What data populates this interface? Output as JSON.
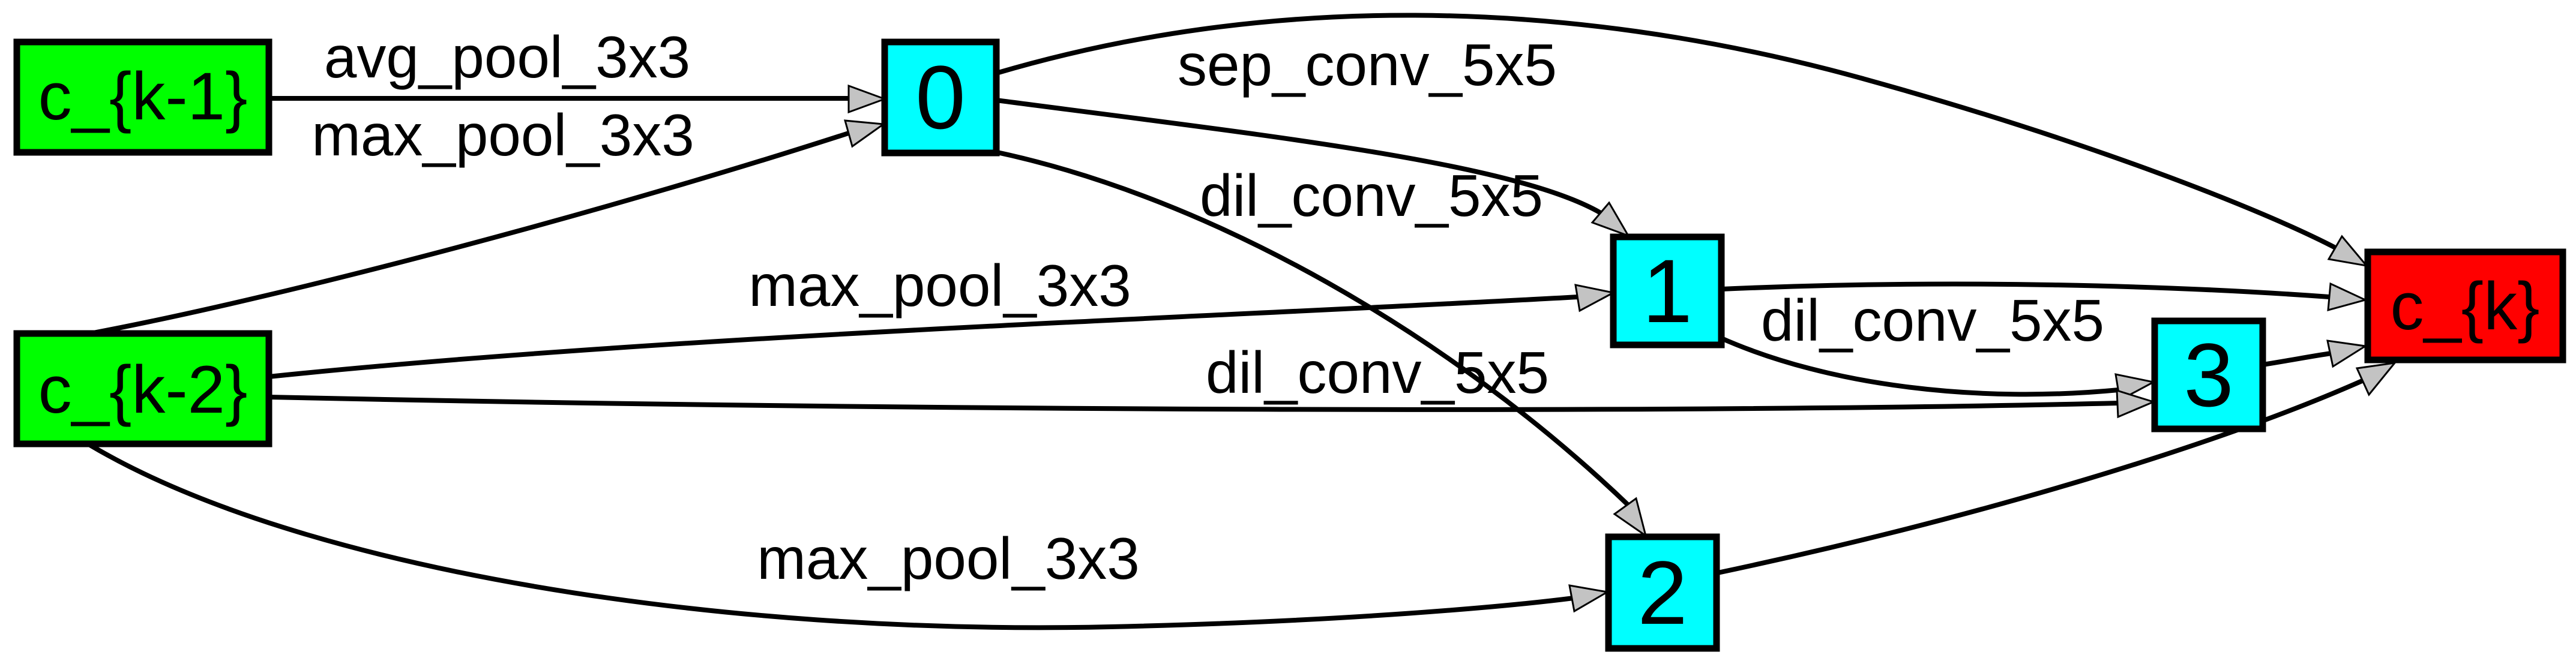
{
  "diagram": {
    "kind": "neural-architecture-search-cell-graph",
    "background": "#ffffff",
    "colors": {
      "input_node_fill": "#00ff00",
      "intermediate_node_fill": "#00ffff",
      "output_node_fill": "#ff0000",
      "node_border": "#000000",
      "edge_stroke": "#000000",
      "arrowhead_fill": "#c3c3c3",
      "text": "#000000"
    },
    "nodes": [
      {
        "id": "c_k-1",
        "label": "c_{k-1}",
        "role": "input"
      },
      {
        "id": "c_k-2",
        "label": "c_{k-2}",
        "role": "input"
      },
      {
        "id": "0",
        "label": "0",
        "role": "intermediate"
      },
      {
        "id": "1",
        "label": "1",
        "role": "intermediate"
      },
      {
        "id": "2",
        "label": "2",
        "role": "intermediate"
      },
      {
        "id": "3",
        "label": "3",
        "role": "intermediate"
      },
      {
        "id": "c_k",
        "label": "c_{k}",
        "role": "output"
      }
    ],
    "edges": [
      {
        "from": "c_{k-1}",
        "to": "0",
        "op": "avg_pool_3x3"
      },
      {
        "from": "c_{k-2}",
        "to": "0",
        "op": "max_pool_3x3"
      },
      {
        "from": "0",
        "to": "1",
        "op": "sep_conv_5x5"
      },
      {
        "from": "c_{k-2}",
        "to": "1",
        "op": "max_pool_3x3"
      },
      {
        "from": "0",
        "to": "2",
        "op": "dil_conv_5x5"
      },
      {
        "from": "c_{k-2}",
        "to": "2",
        "op": "max_pool_3x3"
      },
      {
        "from": "1",
        "to": "3",
        "op": "dil_conv_5x5"
      },
      {
        "from": "c_{k-2}",
        "to": "3",
        "op": "dil_conv_5x5"
      },
      {
        "from": "0",
        "to": "c_{k}",
        "op": ""
      },
      {
        "from": "1",
        "to": "c_{k}",
        "op": ""
      },
      {
        "from": "2",
        "to": "c_{k}",
        "op": ""
      },
      {
        "from": "3",
        "to": "c_{k}",
        "op": ""
      }
    ]
  }
}
